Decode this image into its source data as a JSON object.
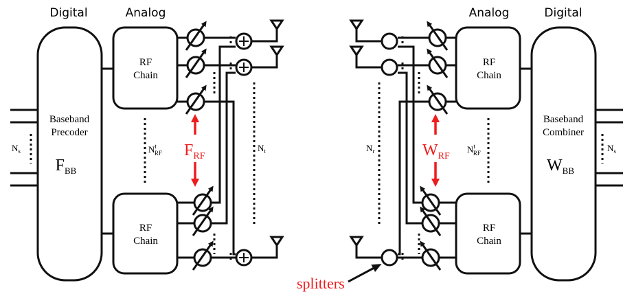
{
  "transmitter": {
    "digital_label": "Digital",
    "analog_label": "Analog",
    "baseband_line1": "Baseband",
    "baseband_line2": "Precoder",
    "baseband_matrix": "F",
    "baseband_matrix_sub": "BB",
    "rf_chain_line1": "RF",
    "rf_chain_line2": "Chain",
    "streams_label": "N",
    "streams_sub": "s",
    "rf_count_label": "N",
    "rf_count_sup": "t",
    "rf_count_sub": "RF",
    "analog_matrix": "F",
    "analog_matrix_sub": "RF",
    "antenna_count": "N",
    "antenna_count_sub": "t"
  },
  "receiver": {
    "digital_label": "Digital",
    "analog_label": "Analog",
    "baseband_line1": "Baseband",
    "baseband_line2": "Combiner",
    "baseband_matrix": "W",
    "baseband_matrix_sub": "BB",
    "rf_chain_line1": "RF",
    "rf_chain_line2": "Chain",
    "streams_label": "N",
    "streams_sub": "s",
    "rf_count_label": "N",
    "rf_count_sup": "t",
    "rf_count_sub": "RF",
    "analog_matrix": "W",
    "analog_matrix_sub": "RF",
    "antenna_count": "N",
    "antenna_count_sub": "r"
  },
  "annotation": {
    "splitters_label": "splitters"
  },
  "colors": {
    "accent": "#ee1c1c",
    "line": "#111111"
  }
}
